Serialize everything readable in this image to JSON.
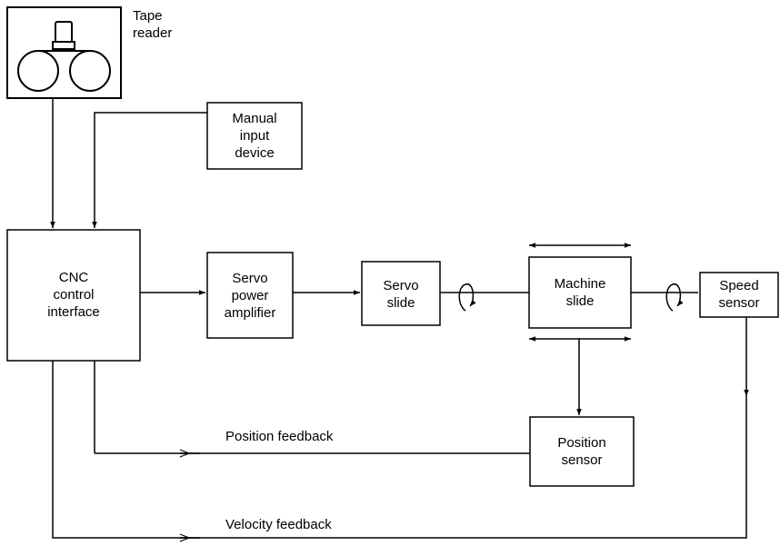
{
  "blocks": {
    "tape_reader": "Tape\nreader",
    "manual_input": "Manual\ninput\ndevice",
    "cnc": "CNC\ncontrol\ninterface",
    "servo_amp": "Servo\npower\namplifier",
    "servo_slide": "Servo\nslide",
    "machine_slide": "Machine\nslide",
    "speed_sensor": "Speed\nsensor",
    "position_sensor": "Position\nsensor"
  },
  "signals": {
    "position_feedback": "Position feedback",
    "velocity_feedback": "Velocity feedback"
  }
}
